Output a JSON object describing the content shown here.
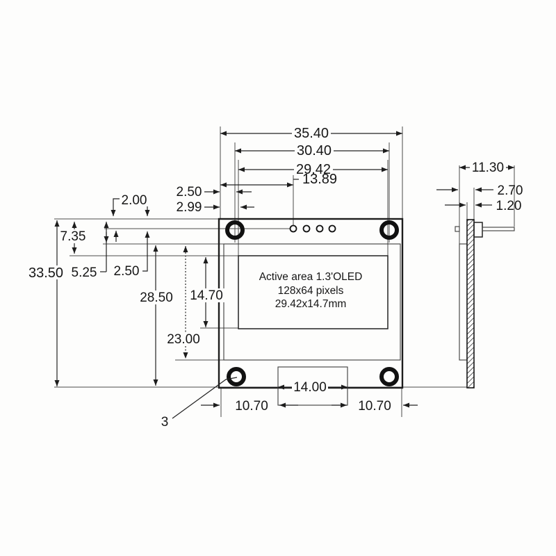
{
  "drawing": {
    "front": {
      "dim_overall_width": "35.40",
      "dim_hole_spacing": "30.40",
      "dim_active_width": "29.42",
      "dim_pin_offset": "13.89",
      "dim_edge_to_hole": "2.50",
      "dim_edge_to_display": "2.99",
      "dim_top_to_hole": "2.00",
      "dim_top_to_active": "7.35",
      "dim_top_to_display": "5.25",
      "dim_display_to_active": "2.50",
      "dim_overall_height": "33.50",
      "dim_display_to_bottom": "28.50",
      "dim_active_height": "14.70",
      "dim_display_height": "23.00",
      "dim_bottom_left": "10.70",
      "dim_connector_width": "14.00",
      "dim_bottom_right": "10.70",
      "hole_diameter": "3",
      "active_area": {
        "line1": "Active area 1.3'OLED",
        "line2": "128x64 pixels",
        "line3": "29.42x14.7mm"
      }
    },
    "side": {
      "dim_depth": "11.30",
      "dim_display_thickness": "2.70",
      "dim_pcb_thickness": "1.20"
    }
  }
}
